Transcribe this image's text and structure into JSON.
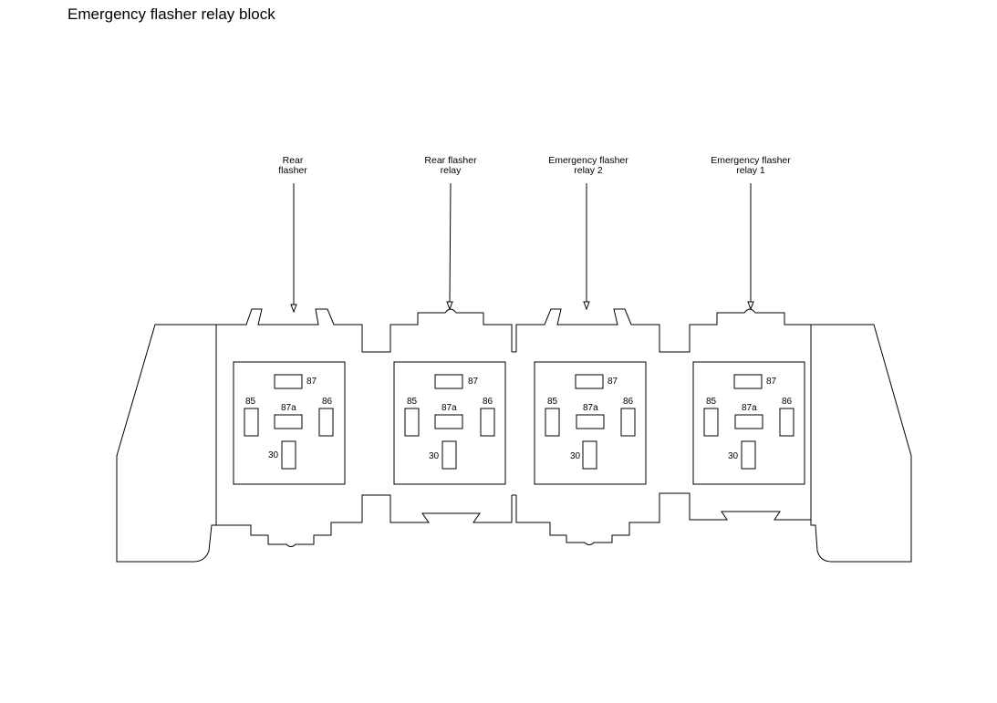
{
  "title": "Emergency flasher relay block",
  "relays": [
    {
      "callout": [
        "Rear",
        "flasher"
      ]
    },
    {
      "callout": [
        "Rear flasher",
        "relay"
      ]
    },
    {
      "callout": [
        "Emergency flasher",
        "relay 2"
      ]
    },
    {
      "callout": [
        "Emergency flasher",
        "relay 1"
      ]
    }
  ],
  "terminals": {
    "t87": "87",
    "t85": "85",
    "t87a": "87a",
    "t86": "86",
    "t30": "30"
  },
  "colors": {
    "line": "#000000",
    "background": "#ffffff"
  }
}
